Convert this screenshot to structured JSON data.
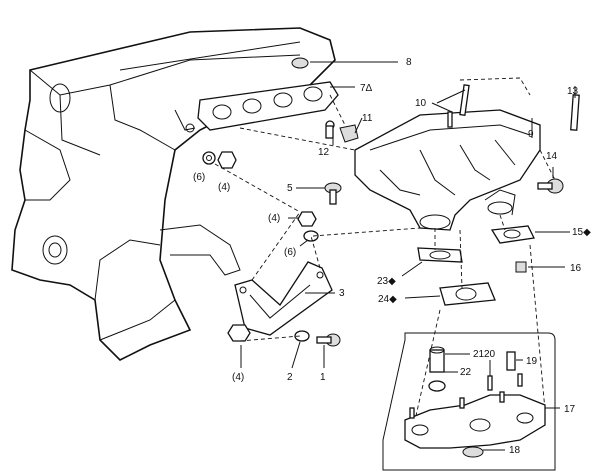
{
  "callouts": [
    {
      "id": "c8",
      "text": "8"
    },
    {
      "id": "c7",
      "text": "7Δ"
    },
    {
      "id": "c10",
      "text": "10"
    },
    {
      "id": "c13",
      "text": "13"
    },
    {
      "id": "c11",
      "text": "11"
    },
    {
      "id": "c12",
      "text": "12"
    },
    {
      "id": "c9",
      "text": "9"
    },
    {
      "id": "c14",
      "text": "14"
    },
    {
      "id": "c6a",
      "text": "(6)"
    },
    {
      "id": "c4a",
      "text": "(4)"
    },
    {
      "id": "c5",
      "text": "5"
    },
    {
      "id": "c4b",
      "text": "(4)"
    },
    {
      "id": "c6b",
      "text": "(6)"
    },
    {
      "id": "c15",
      "text": "15◆"
    },
    {
      "id": "c16",
      "text": "16"
    },
    {
      "id": "c23",
      "text": "23◆"
    },
    {
      "id": "c24",
      "text": "24◆"
    },
    {
      "id": "c3",
      "text": "3"
    },
    {
      "id": "c21",
      "text": "21"
    },
    {
      "id": "c20",
      "text": "20"
    },
    {
      "id": "c22",
      "text": "22"
    },
    {
      "id": "c19",
      "text": "19"
    },
    {
      "id": "c4c",
      "text": "(4)"
    },
    {
      "id": "c2",
      "text": "2"
    },
    {
      "id": "c1",
      "text": "1"
    },
    {
      "id": "c17",
      "text": "17"
    },
    {
      "id": "c18",
      "text": "18"
    }
  ]
}
